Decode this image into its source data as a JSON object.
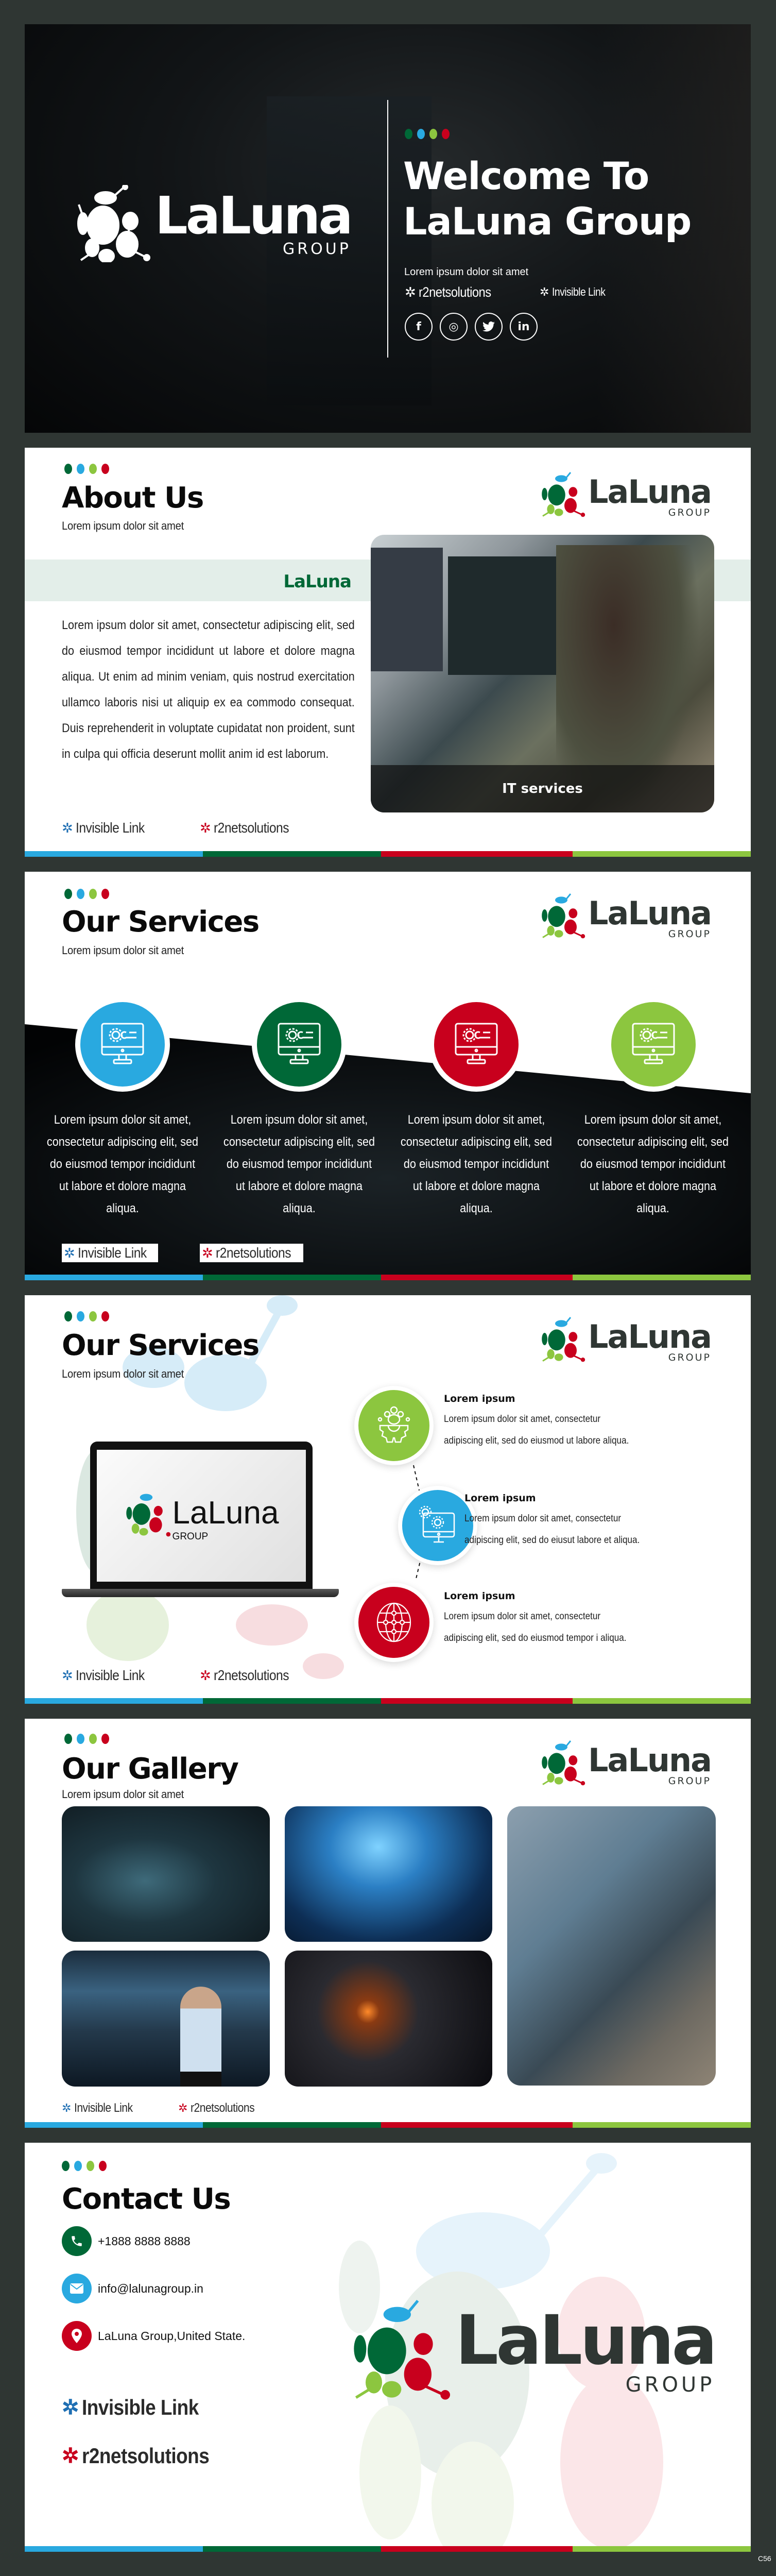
{
  "colors": {
    "green": "#006837",
    "blue": "#29a9e0",
    "lime": "#8cc63f",
    "red": "#c8001d",
    "dark": "#2f3633",
    "band": "#e3eee9"
  },
  "brand": {
    "name": "LaLuna",
    "group": "GROUP",
    "partner1": "r2netsolutions",
    "partner2": "Invisible Link"
  },
  "hero": {
    "title_line1": "Welcome To",
    "title_line2": "LaLuna Group",
    "subtitle": "Lorem ipsum dolor sit amet",
    "social": [
      {
        "icon": "facebook-icon",
        "glyph": "f"
      },
      {
        "icon": "instagram-icon",
        "glyph": "◎"
      },
      {
        "icon": "twitter-icon",
        "glyph": "🐦"
      },
      {
        "icon": "linkedin-icon",
        "glyph": "in"
      }
    ]
  },
  "about": {
    "title": "About Us",
    "subtitle": "Lorem ipsum dolor sit amet",
    "band_label": "LaLuna",
    "body": "Lorem ipsum dolor sit amet, consectetur adipiscing elit, sed do eiusmod tempor incididunt ut labore et dolore magna aliqua. Ut enim ad minim veniam, quis nostrud exercitation ullamco laboris nisi ut aliquip ex ea commodo consequat. Duis reprehenderit in voluptate cupidatat non proident, sunt in culpa qui officia deserunt mollit anim id est laborum.",
    "image_caption": "IT services"
  },
  "services1": {
    "title": "Our Services",
    "subtitle": "Lorem ipsum dolor sit amet",
    "items": [
      {
        "color": "#29a9e0",
        "icon": "monitor-settings-icon",
        "text": "Lorem ipsum dolor sit amet, consectetur adipiscing elit, sed do eiusmod tempor incididunt ut labore et dolore magna aliqua."
      },
      {
        "color": "#006837",
        "icon": "monitor-settings-icon",
        "text": "Lorem ipsum dolor sit amet, consectetur adipiscing elit, sed do eiusmod tempor incididunt ut labore et dolore magna aliqua."
      },
      {
        "color": "#c8001d",
        "icon": "monitor-settings-icon",
        "text": "Lorem ipsum dolor sit amet, consectetur adipiscing elit, sed do eiusmod tempor incididunt ut labore et dolore magna aliqua."
      },
      {
        "color": "#8cc63f",
        "icon": "monitor-settings-icon",
        "text": "Lorem ipsum dolor sit amet, consectetur adipiscing elit, sed do eiusmod tempor incididunt ut labore et dolore magna aliqua."
      }
    ]
  },
  "services2": {
    "title": "Our Services",
    "subtitle": "Lorem ipsum dolor sit amet",
    "items": [
      {
        "color": "#8cc63f",
        "icon": "team-gear-icon",
        "title": "Lorem ipsum",
        "line1": "Lorem ipsum dolor sit amet, consectetur",
        "line2": "adipiscing elit, sed do eiusmod ut labore aliqua."
      },
      {
        "color": "#29a9e0",
        "icon": "monitor-gears-icon",
        "title": "Lorem ipsum",
        "line1": "Lorem ipsum dolor sit amet, consectetur",
        "line2": "adipiscing elit, sed do eiusut labore et aliqua."
      },
      {
        "color": "#c8001d",
        "icon": "globe-network-icon",
        "title": "Lorem ipsum",
        "line1": "Lorem ipsum dolor sit amet, consectetur",
        "line2": "adipiscing elit, sed do eiusmod tempor i aliqua."
      }
    ]
  },
  "gallery": {
    "title": "Our Gallery",
    "subtitle": "Lorem ipsum dolor sit amet",
    "images": [
      {
        "alt": "hand-touching-dashboard"
      },
      {
        "alt": "cloud-laptop"
      },
      {
        "alt": "man-with-laptop-datacenter"
      },
      {
        "alt": "hand-network-globe"
      },
      {
        "alt": "developer-at-monitor"
      }
    ]
  },
  "contact": {
    "title": "Contact Us",
    "phone": "+1888 8888 8888",
    "email": "info@lalunagroup.in",
    "address": "LaLuna Group,United State."
  },
  "page_label": "C56"
}
